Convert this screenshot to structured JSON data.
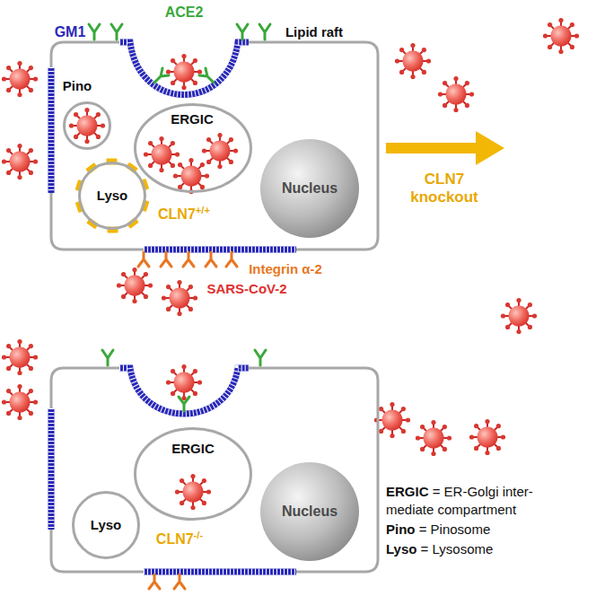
{
  "diagram": {
    "nodes": [
      {
        "text": [
          "CLN7+/+"
        ]
      },
      {
        "text": [
          "Pino"
        ],
        "in": 0
      },
      {
        "text": [
          "ERGIC"
        ],
        "in": 0
      },
      {
        "text": [
          "Lyso"
        ],
        "in": 0
      },
      {
        "text": [
          "Nucleus"
        ],
        "in": 0
      },
      {
        "text": [
          "CLN7-/-"
        ]
      },
      {
        "text": [
          "ERGIC"
        ],
        "in": 5
      },
      {
        "text": [
          "Lyso"
        ],
        "in": 5
      },
      {
        "text": [
          "Nucleus"
        ],
        "in": 5
      }
    ],
    "labels": [
      "ACE2",
      "GM1",
      "Lipid raft",
      "Integrin α-2",
      "SARS-CoV-2",
      "CLN7 knockout",
      "ERGIC = ER-Golgi inter- mediate compartment",
      "Pino = Pinosome",
      "Lyso = Lysosome"
    ]
  }
}
